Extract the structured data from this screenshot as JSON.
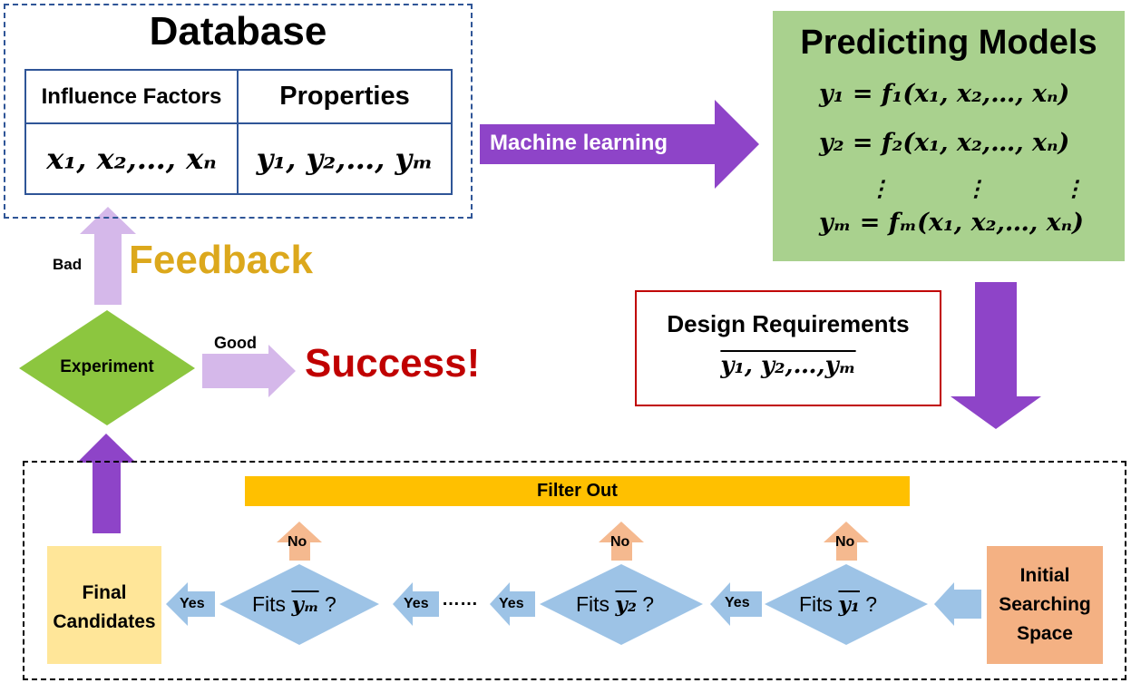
{
  "database": {
    "title": "Database",
    "col1_header": "Influence Factors",
    "col2_header": "Properties",
    "col1_value": "x₁, x₂,…, xₙ",
    "col2_value": "y₁, y₂,…, yₘ"
  },
  "machine_learning_label": "Machine learning",
  "predicting_models": {
    "title": "Predicting Models",
    "equations": [
      "y₁ = f₁(x₁, x₂,…, xₙ)",
      "y₂ = f₂(x₁, x₂,…, xₙ)",
      "yₘ = fₘ(x₁, x₂,…, xₙ)"
    ],
    "ellipsis": "⋮"
  },
  "design_requirements": {
    "title": "Design Requirements",
    "values": "y₁, y₂,…,yₘ"
  },
  "feedback": {
    "label": "Feedback",
    "bad_label": "Bad"
  },
  "experiment": {
    "label": "Experiment",
    "good_label": "Good",
    "success_label": "Success!"
  },
  "filter_out_label": "Filter Out",
  "final_candidates": {
    "line1": "Final",
    "line2": "Candidates"
  },
  "initial_space": {
    "line1": "Initial",
    "line2": "Searching",
    "line3": "Space"
  },
  "checks": [
    {
      "fits": "Fits",
      "var": "yₘ",
      "q": "?",
      "no": "No",
      "yes": "Yes"
    },
    {
      "fits": "Fits",
      "var": "y₂",
      "q": "?",
      "no": "No",
      "yes": "Yes"
    },
    {
      "fits": "Fits",
      "var": "y₁",
      "q": "?",
      "no": "No",
      "yes": "Yes"
    }
  ],
  "dots_label": "……",
  "colors": {
    "db_border": "#2f5597",
    "pm_fill": "#a9d18e",
    "purple_arrow": "#8e44c8",
    "light_purple_arrow": "#d5b8ea",
    "experiment_fill": "#8cc63f",
    "feedback_text": "#dca81c",
    "success_text": "#c00000",
    "filter_bar": "#ffc000",
    "diamond_fill": "#9dc3e6",
    "final_fill": "#ffe699",
    "initial_fill": "#f4b183"
  }
}
